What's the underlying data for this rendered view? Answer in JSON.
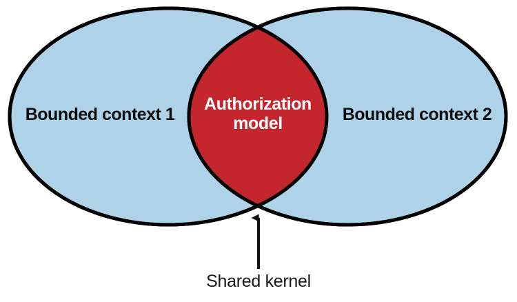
{
  "diagram": {
    "type": "venn",
    "left_set": {
      "label": "Bounded context 1",
      "fill_color": "#aed2e8",
      "stroke_color": "#000000"
    },
    "right_set": {
      "label": "Bounded context 2",
      "fill_color": "#aed2e8",
      "stroke_color": "#000000"
    },
    "intersection": {
      "label_line1": "Authorization",
      "label_line2": "model",
      "fill_color": "#c4262e",
      "text_color": "#ffffff"
    },
    "annotation": {
      "caption": "Shared kernel",
      "arrow_color": "#111111",
      "points_to": "intersection"
    },
    "background_color": "#ffffff"
  }
}
